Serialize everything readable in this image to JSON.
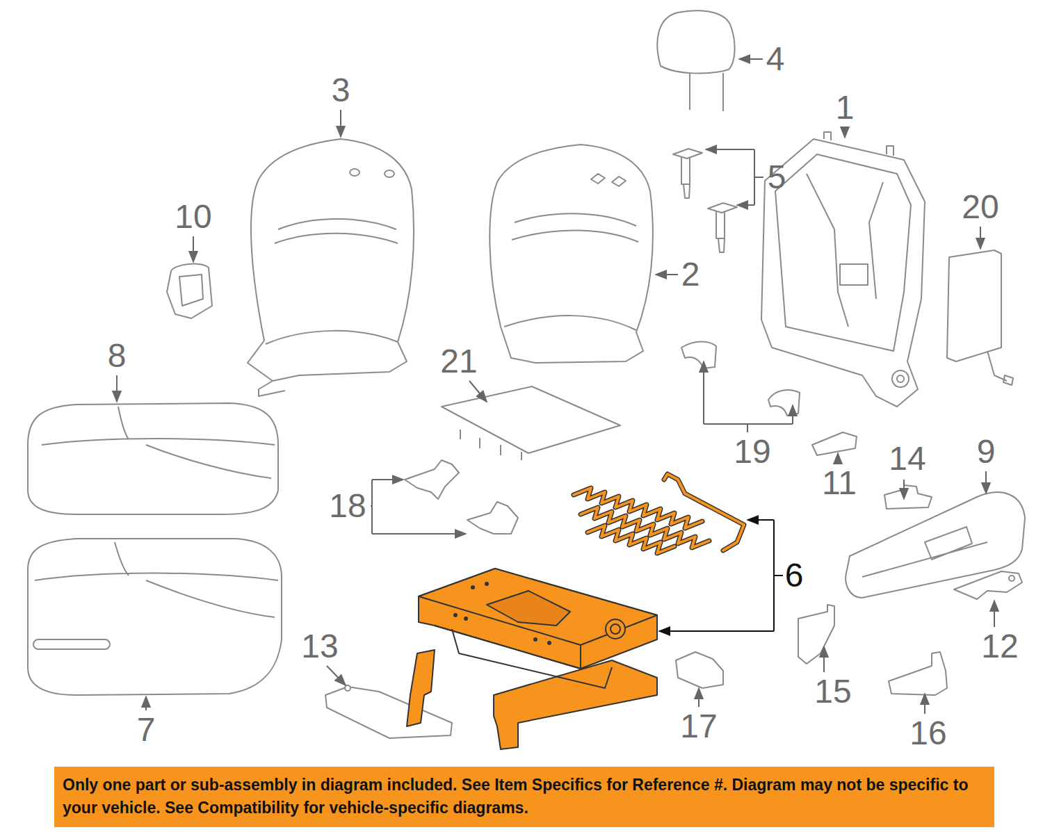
{
  "diagram": {
    "nodes": [
      {
        "text": [
          "Only one part or sub-assembly in diagram included. See Item Specifics for Reference #. Diagram may not be specific to your vehicle. See Compatibility for vehicle-specific diagrams."
        ]
      }
    ],
    "labels": [
      "4",
      "3",
      "1",
      "5",
      "10",
      "20",
      "2",
      "8",
      "21",
      "19",
      "9",
      "14",
      "18",
      "11",
      "6",
      "13",
      "12",
      "7",
      "15",
      "17",
      "16"
    ]
  }
}
